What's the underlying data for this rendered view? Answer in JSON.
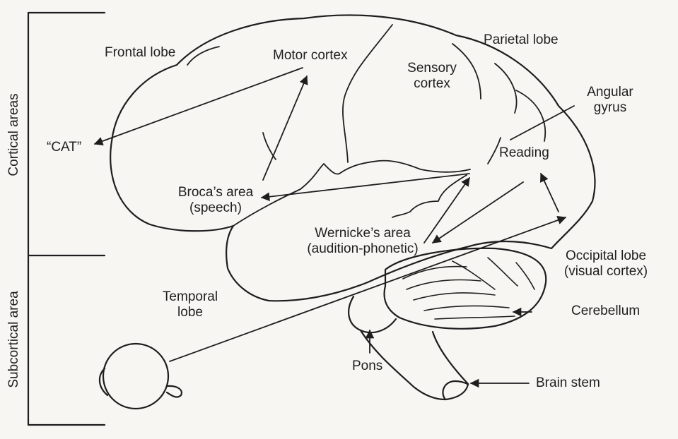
{
  "colors": {
    "ink": "#1e1e1e",
    "background": "#f7f6f3"
  },
  "side_labels": {
    "cortical": "Cortical areas",
    "subcortical": "Subcortical area"
  },
  "labels": {
    "frontal_lobe": "Frontal lobe",
    "motor_cortex": "Motor cortex",
    "parietal_lobe": "Parietal lobe",
    "sensory_cortex_line1": "Sensory",
    "sensory_cortex_line2": "cortex",
    "angular_gyrus_line1": "Angular",
    "angular_gyrus_line2": "gyrus",
    "cat": "“CAT”",
    "reading": "Reading",
    "brocas_line1": "Broca’s area",
    "brocas_line2": "(speech)",
    "wernickes_line1": "Wernicke’s area",
    "wernickes_line2": "(audition-phonetic)",
    "occipital_line1": "Occipital lobe",
    "occipital_line2": "(visual cortex)",
    "temporal_line1": "Temporal",
    "temporal_line2": "lobe",
    "cerebellum": "Cerebellum",
    "pons": "Pons",
    "brain_stem": "Brain stem"
  }
}
